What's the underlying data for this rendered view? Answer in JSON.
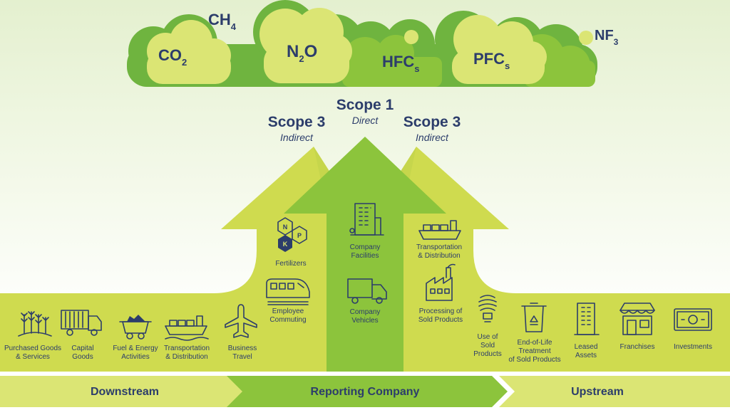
{
  "gases": {
    "co2": {
      "main": "CO",
      "sub": "2"
    },
    "ch4": {
      "main": "CH",
      "sub": "4"
    },
    "n2o": {
      "main_a": "N",
      "sub": "2",
      "main_b": "O"
    },
    "hfcs": {
      "main": "HFC",
      "sub": "s"
    },
    "pfcs": {
      "main": "PFC",
      "sub": "s"
    },
    "nf3": {
      "main": "NF",
      "sub": "3"
    }
  },
  "scopes": {
    "left": {
      "title": "Scope 3",
      "subtitle": "Indirect"
    },
    "center": {
      "title": "Scope 1",
      "subtitle": "Direct"
    },
    "right": {
      "title": "Scope 3",
      "subtitle": "Indirect"
    }
  },
  "left_items": [
    {
      "icon": "wheat-icon",
      "lines": [
        "Purchased Goods",
        "& Services"
      ]
    },
    {
      "icon": "truck-container-icon",
      "lines": [
        "Capital",
        "Goods"
      ]
    },
    {
      "icon": "mine-cart-icon",
      "lines": [
        "Fuel & Energy",
        "Activities"
      ]
    },
    {
      "icon": "cargo-ship-icon",
      "lines": [
        "Transportation",
        "& Distribution"
      ]
    },
    {
      "icon": "airplane-icon",
      "lines": [
        "Business",
        "Travel"
      ]
    },
    {
      "icon": "train-icon",
      "lines": [
        "Employee",
        "Commuting"
      ]
    },
    {
      "icon": "npk-fertilizer-icon",
      "lines": [
        "Fertilizers"
      ]
    }
  ],
  "npk": {
    "n": "N",
    "p": "P",
    "k": "K"
  },
  "center_items": [
    {
      "icon": "office-building-icon",
      "lines": [
        "Company",
        "Facilities"
      ]
    },
    {
      "icon": "delivery-truck-icon",
      "lines": [
        "Company",
        "Vehicles"
      ]
    }
  ],
  "right_items": [
    {
      "icon": "cargo-ship-icon",
      "lines": [
        "Transportation",
        "& Distribution"
      ]
    },
    {
      "icon": "factory-icon",
      "lines": [
        "Processing of",
        "Sold Products"
      ]
    },
    {
      "icon": "light-bulb-icon",
      "lines": [
        "Use of",
        "Sold",
        "Products"
      ]
    },
    {
      "icon": "recycle-bin-icon",
      "lines": [
        "End-of-Life",
        "Treatment",
        "of Sold Products"
      ]
    },
    {
      "icon": "building-icon",
      "lines": [
        "Leased",
        "Assets"
      ]
    },
    {
      "icon": "storefront-icon",
      "lines": [
        "Franchises"
      ]
    },
    {
      "icon": "banknote-icon",
      "lines": [
        "Investments"
      ]
    }
  ],
  "bands": {
    "left": "Downstream",
    "center": "Reporting Company",
    "right": "Upstream"
  },
  "colors": {
    "dark_green": "#6fb43f",
    "mid_green": "#8cc43c",
    "yellow_green": "#cfdb4f",
    "light_yellow": "#dbe574",
    "navy": "#2c3d6b"
  }
}
